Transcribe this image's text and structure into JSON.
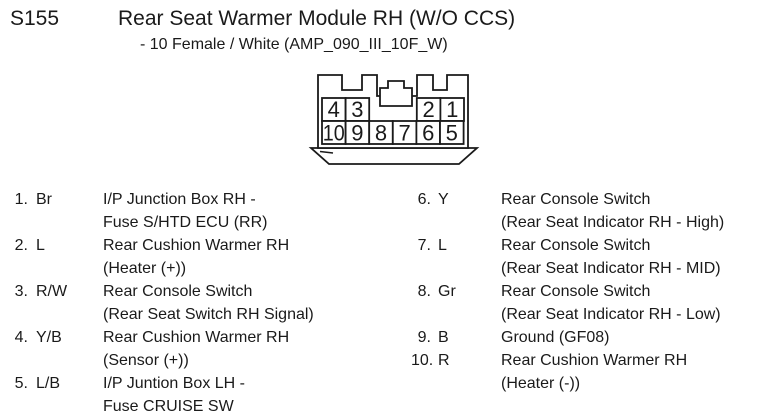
{
  "header": {
    "connector_id": "S155",
    "title": "Rear Seat Warmer Module RH (W/O CCS)",
    "subtitle": "- 10 Female / White (AMP_090_III_10F_W)"
  },
  "connector": {
    "description": "10-pin female connector, front view",
    "top_row_pins": [
      "4",
      "3",
      "2",
      "1"
    ],
    "bottom_row_pins": [
      "10",
      "9",
      "8",
      "7",
      "6",
      "5"
    ],
    "line_color": "#1a1a1a",
    "body_fill": "#ffffff"
  },
  "pins": {
    "left": [
      {
        "num": "1.",
        "code": "Br",
        "desc": "I/P Junction Box RH -\nFuse S/HTD ECU (RR)"
      },
      {
        "num": "2.",
        "code": "L",
        "desc": "Rear Cushion Warmer RH\n(Heater (+))"
      },
      {
        "num": "3.",
        "code": "R/W",
        "desc": "Rear Console Switch\n(Rear Seat Switch RH Signal)"
      },
      {
        "num": "4.",
        "code": "Y/B",
        "desc": "Rear Cushion Warmer RH\n(Sensor (+))"
      },
      {
        "num": "5.",
        "code": "L/B",
        "desc": "I/P Juntion Box LH -\nFuse CRUISE SW"
      }
    ],
    "right": [
      {
        "num": "6.",
        "code": "Y",
        "desc": "Rear Console Switch\n(Rear Seat Indicator RH - High)"
      },
      {
        "num": "7.",
        "code": "L",
        "desc": "Rear Console Switch\n(Rear Seat Indicator RH - MID)"
      },
      {
        "num": "8.",
        "code": "Gr",
        "desc": "Rear Console Switch\n(Rear Seat Indicator RH - Low)"
      },
      {
        "num": "9.",
        "code": "B",
        "desc": "Ground (GF08)"
      },
      {
        "num": "10.",
        "code": "R",
        "desc": "Rear Cushion Warmer RH\n(Heater (-))"
      }
    ]
  }
}
